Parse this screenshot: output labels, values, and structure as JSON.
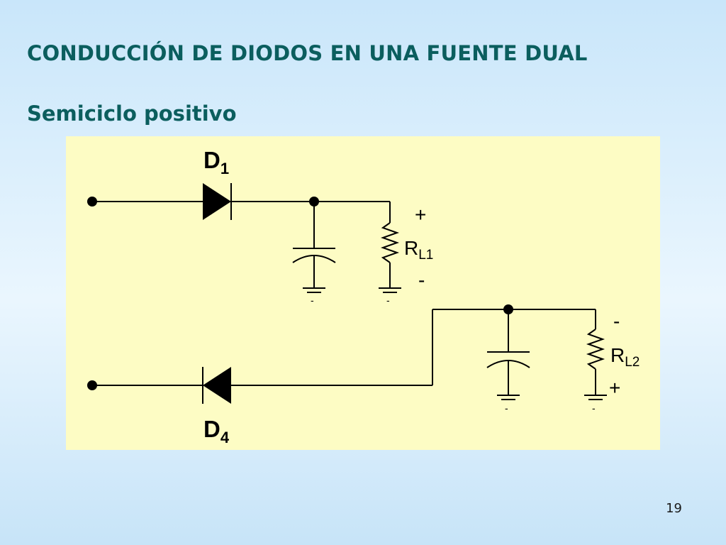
{
  "slide": {
    "title": "CONDUCCIÓN DE DIODOS EN UNA FUENTE DUAL",
    "subtitle": "Semiciclo positivo",
    "page_number": "19"
  },
  "circuit": {
    "d1": {
      "letter": "D",
      "index": "1"
    },
    "d4": {
      "letter": "D",
      "index": "4"
    },
    "rl1": {
      "letter": "R",
      "sub": "L1",
      "top_sign": "+",
      "bottom_sign": "-"
    },
    "rl2": {
      "letter": "R",
      "sub": "L2",
      "top_sign": "-",
      "bottom_sign": "+"
    },
    "ground_mark": "-",
    "colors": {
      "panel": "#fdfcc4",
      "wire": "#000000",
      "title": "#0b5e5e"
    }
  }
}
